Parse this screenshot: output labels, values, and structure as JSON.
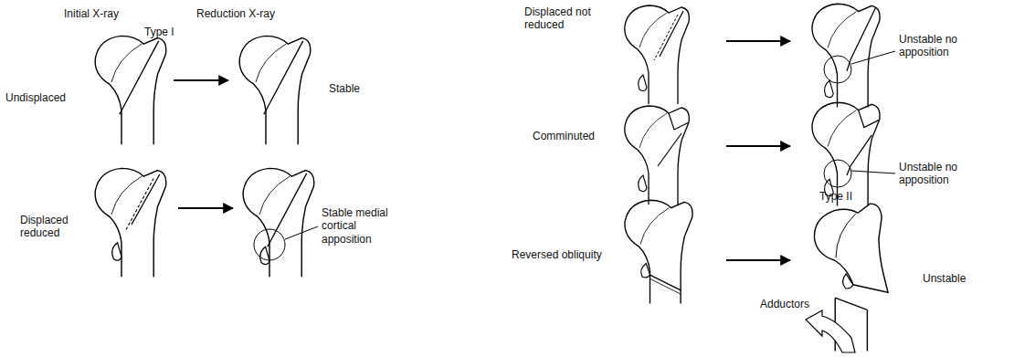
{
  "diagram": {
    "labels": [
      "Initial X-ray",
      "Reduction X-ray",
      "Type I",
      "Undisplaced",
      "Stable",
      "Displaced reduced",
      "Stable medial cortical apposition",
      "Displaced not reduced",
      "Unstable no apposition",
      "Comminuted",
      "Unstable no apposition",
      "Type II",
      "Reversed obliquity",
      "Adductors",
      "Unstable"
    ]
  }
}
